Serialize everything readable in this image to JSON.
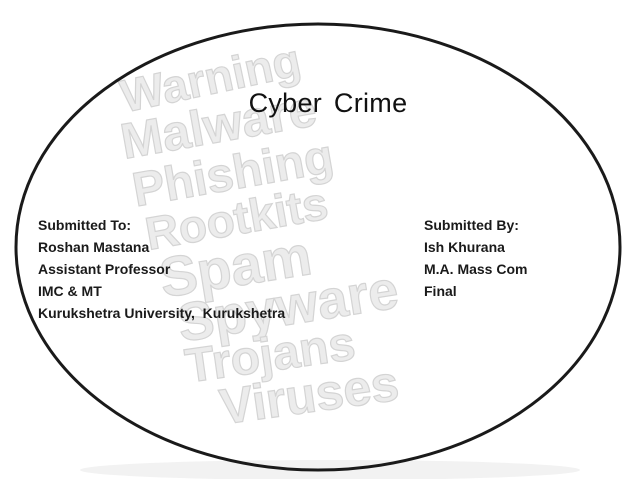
{
  "slide": {
    "title": "Cyber  Crime",
    "background_words": [
      "Warning",
      "Malware",
      "Phishing",
      "Rootkits",
      "Spam",
      "Spyware",
      "Trojans",
      "Viruses"
    ],
    "submitted_to": {
      "heading": "Submitted To:",
      "lines": [
        "Roshan Mastana",
        "Assistant Professor",
        "IMC & MT",
        "Kurukshetra University,  Kurukshetra"
      ]
    },
    "submitted_by": {
      "heading": "Submitted By:",
      "lines": [
        "Ish Khurana",
        "M.A. Mass Com",
        "Final"
      ]
    }
  },
  "colors": {
    "oval_stroke": "#1a1a1a",
    "text": "#1a1a1a",
    "background_text": "#e6e6e6"
  }
}
